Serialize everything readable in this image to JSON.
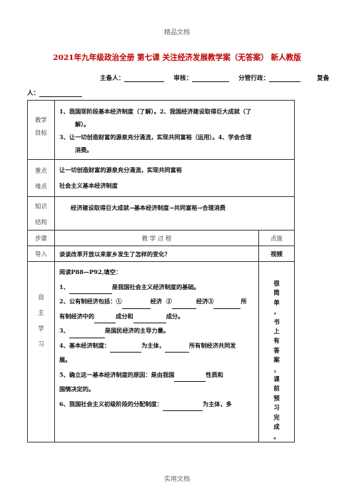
{
  "header": {
    "top": "精品文档"
  },
  "title": "2021年九年级政治全册 第七课 关注经济发展教学案（无答案） 新人教版",
  "meta": {
    "host_label": "主备人：",
    "review_label": "审核：",
    "admin_label": "分管行政：",
    "reprep_label": "复备",
    "reprep_label2": "人："
  },
  "rows": {
    "goals": {
      "label1": "教学",
      "label2": "目标",
      "line1": "1、我国现阶段基本经济制度（了解）。2、我国经济建设取得巨大成就（了",
      "line2": "解）。",
      "line3": "3、让一切创造财富的源泉充分涌流，实现共同富裕（运用）。4、学会合理",
      "line4": "消费。"
    },
    "key": {
      "label1": "重点",
      "label2": "难点",
      "line1": "让一切创造财富的源泉充分涌流，实现共同富裕",
      "line2": "社会主义基本经济制度"
    },
    "structure": {
      "label1": "知识",
      "label2": "结构",
      "text": "经济建设取得巨大成就→基本经济制度→共同富裕→合理消费"
    },
    "steps_header": {
      "col1": "步骤",
      "col2": "教 学 过 程",
      "col3": "点拨"
    },
    "intro": {
      "label": "导入",
      "text": "谈谈改革开放以来家乡发生了怎样的变化？",
      "note": "视频"
    },
    "self_study": {
      "label_chars": [
        "自",
        "主",
        "学",
        "习"
      ],
      "l1": "阅读P88—P92,填空：",
      "l2a": "1、",
      "l2b": "是我国社会主义经济制度的基础。",
      "l3a": "2、公有制经济包括：①",
      "l3b": "经济",
      "l3c": "②",
      "l3d": "经济③",
      "l3e": "所",
      "l4a": "有制经济中的",
      "l4b": "成分和",
      "l4c": "成分。",
      "l5a": "3、",
      "l5b": "是国民经济的主导力量。",
      "l6a": "4、基本经济制度：",
      "l6b": "为主体，",
      "l6c": "所有制经济共同发",
      "l7": "展。",
      "l8a": "5、确立这一基本经济制度的原因：是由我国",
      "l8b": "性质和",
      "l9": "国情决定的。",
      "l10a": "6、我国社会主义初级阶段的分配制度：",
      "l10b": "为主体，多",
      "note_chars": [
        "很",
        "简",
        "单",
        "，",
        "书",
        "上",
        "有",
        "答",
        "案",
        "，",
        "课",
        "前",
        "预",
        "习",
        "完",
        "成",
        "。"
      ]
    }
  },
  "footer": {
    "text": "实用文档"
  }
}
